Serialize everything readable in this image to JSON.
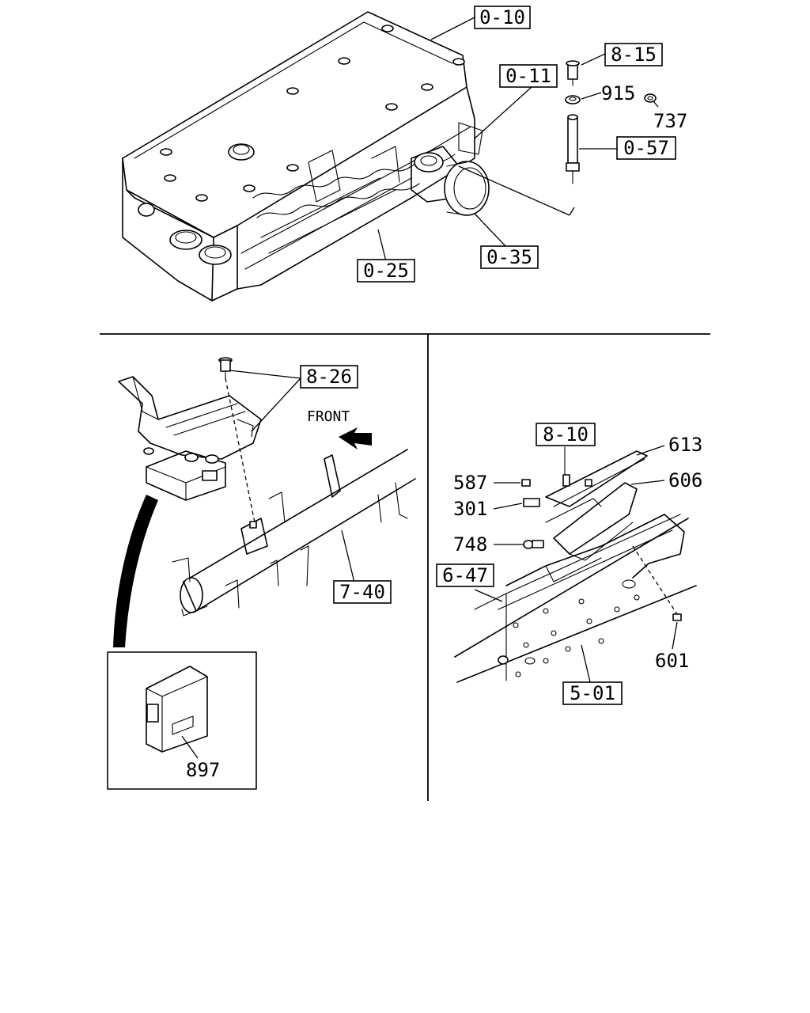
{
  "callouts": {
    "top": {
      "c_0_10": "0-10",
      "c_8_15": "8-15",
      "c_0_11": "0-11",
      "c_915": "915",
      "c_737": "737",
      "c_0_57": "0-57",
      "c_0_35": "0-35",
      "c_0_25": "0-25"
    },
    "left": {
      "c_8_26": "8-26",
      "front": "FRONT",
      "c_7_40": "7-40",
      "c_897": "897"
    },
    "right": {
      "c_8_10": "8-10",
      "c_613": "613",
      "c_587": "587",
      "c_606": "606",
      "c_301": "301",
      "c_748": "748",
      "c_6_47": "6-47",
      "c_601": "601",
      "c_5_01": "5-01"
    }
  }
}
